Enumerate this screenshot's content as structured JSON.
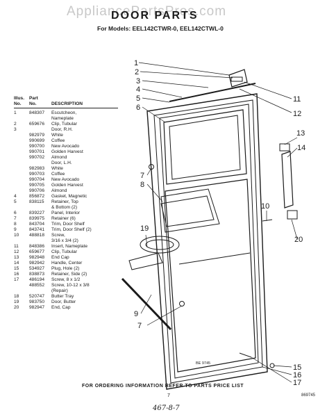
{
  "watermark": "AppliancePartsPros.com",
  "title": "DOOR PARTS",
  "models_line": "For Models: EEL142CTWR-0, EEL142CTWL-0",
  "table": {
    "headers": {
      "illus_1": "Illus.",
      "illus_2": "No.",
      "part_1": "Part",
      "part_2": "No.",
      "desc": "DESCRIPTION"
    },
    "rows": [
      {
        "no": "1",
        "part": "848307",
        "desc": "Escutcheon,"
      },
      {
        "no": "",
        "part": "",
        "desc": "Nameplate"
      },
      {
        "no": "2",
        "part": "659676",
        "desc": "Clip, Tubular"
      },
      {
        "no": "3",
        "part": "",
        "desc": "Door, R.H."
      },
      {
        "no": "",
        "part": "982979",
        "desc": "White"
      },
      {
        "no": "",
        "part": "990699",
        "desc": "Coffee"
      },
      {
        "no": "",
        "part": "990700",
        "desc": "New Avocado"
      },
      {
        "no": "",
        "part": "990701",
        "desc": "Golden Harvest"
      },
      {
        "no": "",
        "part": "990702",
        "desc": "Almond"
      },
      {
        "no": "",
        "part": "",
        "desc": "Door, L.H."
      },
      {
        "no": "",
        "part": "982983",
        "desc": "White"
      },
      {
        "no": "",
        "part": "990703",
        "desc": "Coffee"
      },
      {
        "no": "",
        "part": "990704",
        "desc": "New Avocado"
      },
      {
        "no": "",
        "part": "990705",
        "desc": "Golden Harvest"
      },
      {
        "no": "",
        "part": "990706",
        "desc": "Almond"
      },
      {
        "no": "4",
        "part": "856872",
        "desc": "Gasket, Magnetic"
      },
      {
        "no": "5",
        "part": "838115",
        "desc": "Retainer, Top"
      },
      {
        "no": "",
        "part": "",
        "desc": "& Bottom (2)"
      },
      {
        "no": "6",
        "part": "839227",
        "desc": "Panel, Interior"
      },
      {
        "no": "7",
        "part": "839975",
        "desc": "Retainer (6)"
      },
      {
        "no": "8",
        "part": "843704",
        "desc": "Trim, Door Shelf"
      },
      {
        "no": "9",
        "part": "843741",
        "desc": "Trim, Door Shelf (2)"
      },
      {
        "no": "10",
        "part": "488818",
        "desc": "Screw,"
      },
      {
        "no": "",
        "part": "",
        "desc": "3/16 x 3/4 (2)"
      },
      {
        "no": "11",
        "part": "848386",
        "desc": "Insert, Nameplate"
      },
      {
        "no": "12",
        "part": "659677",
        "desc": "Clip, Tubular"
      },
      {
        "no": "13",
        "part": "982948",
        "desc": "End Cap"
      },
      {
        "no": "14",
        "part": "982942",
        "desc": "Handle, Center"
      },
      {
        "no": "15",
        "part": "534927",
        "desc": "Plug, Hole (2)"
      },
      {
        "no": "16",
        "part": "838873",
        "desc": "Retainer, Side (2)"
      },
      {
        "no": "17",
        "part": "486194",
        "desc": "Screw, 8 x 1/2"
      },
      {
        "no": "",
        "part": "488552",
        "desc": "Screw, 10-12 x 3/8"
      },
      {
        "no": "",
        "part": "",
        "desc": "(Repair)"
      },
      {
        "no": "18",
        "part": "520747",
        "desc": "Butter Tray"
      },
      {
        "no": "19",
        "part": "983750",
        "desc": "Door, Butter"
      },
      {
        "no": "20",
        "part": "982947",
        "desc": "End, Cap"
      }
    ]
  },
  "callouts": {
    "c1": "1",
    "c2": "2",
    "c3": "3",
    "c4": "4",
    "c5": "5",
    "c6": "6",
    "c7a": "7",
    "c7b": "7",
    "c8": "8",
    "c9": "9",
    "c10": "10",
    "c11": "11",
    "c12": "12",
    "c13": "13",
    "c14": "14",
    "c15": "15",
    "c16": "16",
    "c17": "17",
    "c19": "19",
    "c20": "20"
  },
  "diagram_code": "BE 9745",
  "footer": "FOR ORDERING INFORMATION REFER TO PARTS PRICE LIST",
  "page_number": "7",
  "doc_number": "869745",
  "handwritten_note": "467-8-7"
}
